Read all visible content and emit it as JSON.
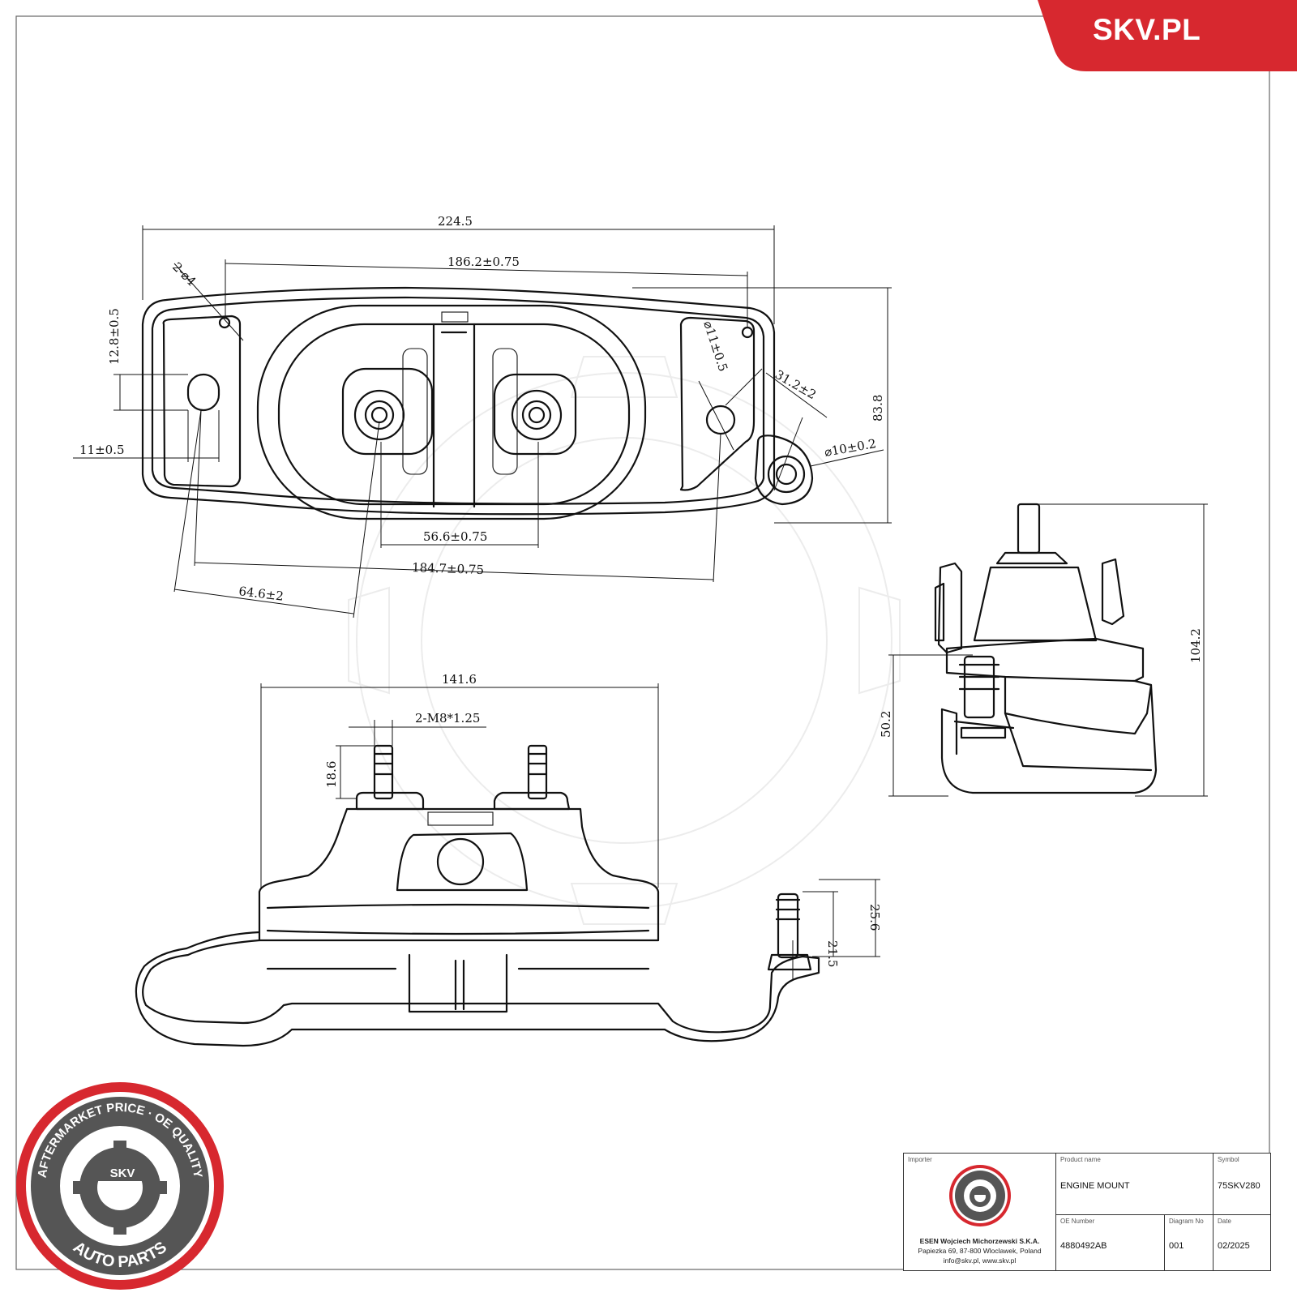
{
  "brand": {
    "site_label": "SKV.PL",
    "accent_color": "#d7282f"
  },
  "seal": {
    "ring_text_top": "AFTERMARKET PRICE · OE QUALITY",
    "ring_text_bottom": "AUTO PARTS",
    "center_label": "SKV"
  },
  "dimensions": {
    "top_view": {
      "overall_length": "224.5",
      "hole_spacing": "186.2±0.75",
      "small_holes": "2-⌀4",
      "slot_offset": "12.8±0.5",
      "slot_width": "11±0.5",
      "stud_spacing": "56.6±0.75",
      "slot_to_hole": "184.7±0.75",
      "slot_to_stud": "64.6±2",
      "hole_diameter": "⌀11±0.5",
      "pin_offset": "31.2±2",
      "pin_diameter": "⌀10±0.2",
      "overall_height": "83.8"
    },
    "front_view": {
      "body_width": "141.6",
      "stud_thread": "2-M8*1.25",
      "stud_height": "18.6",
      "pin_length": "21.5",
      "pin_total": "25.6"
    },
    "side_view": {
      "overall_height": "104.2",
      "base_height": "50.2"
    }
  },
  "title_block": {
    "importer_label": "Importer",
    "importer_name": "ESEN Wojciech Michorzewski S.K.A.",
    "importer_address": "Papiezka 69, 87-800 Wloclawek, Poland",
    "importer_contact": "info@skv.pl, www.skv.pl",
    "product_name_label": "Product name",
    "product_name": "ENGINE MOUNT",
    "symbol_label": "Symbol",
    "symbol": "75SKV280",
    "oe_number_label": "OE Number",
    "oe_number": "4880492AB",
    "diagram_no_label": "Diagram No",
    "diagram_no": "001",
    "date_label": "Date",
    "date": "02/2025"
  }
}
